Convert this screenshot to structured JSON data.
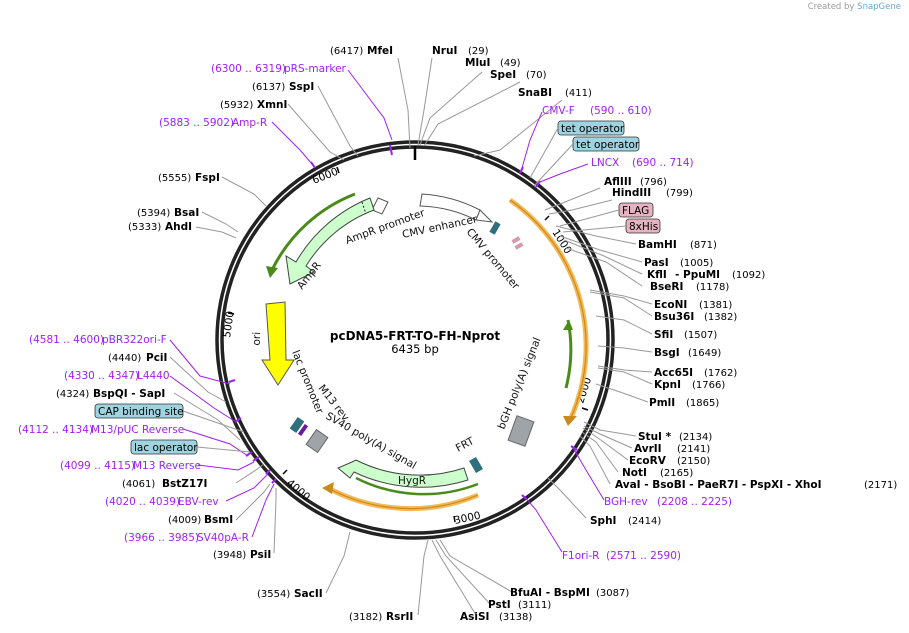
{
  "credit": {
    "prefix": "Created by",
    "brand": "SnapGene"
  },
  "plasmid": {
    "name": "pcDNA5-FRT-TO-FH-Nprot",
    "length": "6435 bp"
  },
  "ticks": [
    "1000",
    "2000",
    "3000",
    "4000",
    "5000",
    "6000"
  ],
  "features": [
    {
      "name": "CMV enhancer"
    },
    {
      "name": "CMV promoter"
    },
    {
      "name": "AmpR promoter"
    },
    {
      "name": "AmpR"
    },
    {
      "name": "ori"
    },
    {
      "name": "lac promoter"
    },
    {
      "name": "M13 rev"
    },
    {
      "name": "SV40 poly(A) signal"
    },
    {
      "name": "HygR"
    },
    {
      "name": "FRT"
    },
    {
      "name": "bGH poly(A) signal"
    }
  ],
  "sites": [
    {
      "name": "MfeI",
      "pos": "(6417)"
    },
    {
      "name": "NruI",
      "pos": "(29)"
    },
    {
      "name": "MluI",
      "pos": "(49)"
    },
    {
      "name": "SpeI",
      "pos": "(70)"
    },
    {
      "name": "SnaBI",
      "pos": "(411)"
    },
    {
      "name": "AflIII",
      "pos": "(796)"
    },
    {
      "name": "HindIII",
      "pos": "(799)"
    },
    {
      "name": "BamHI",
      "pos": "(871)"
    },
    {
      "name": "PasI",
      "pos": "(1005)"
    },
    {
      "name": "KflI",
      "pos": ""
    },
    {
      "name": "- PpuMI",
      "pos": "(1092)"
    },
    {
      "name": "BseRI",
      "pos": "(1178)"
    },
    {
      "name": "EcoNI",
      "pos": "(1381)"
    },
    {
      "name": "Bsu36I",
      "pos": "(1382)"
    },
    {
      "name": "SfiI",
      "pos": "(1507)"
    },
    {
      "name": "BsgI",
      "pos": "(1649)"
    },
    {
      "name": "Acc65I",
      "pos": "(1762)"
    },
    {
      "name": "KpnI",
      "pos": "(1766)"
    },
    {
      "name": "PmlI",
      "pos": "(1865)"
    },
    {
      "name": "StuI *",
      "pos": "(2134)"
    },
    {
      "name": "AvrII",
      "pos": "(2141)"
    },
    {
      "name": "EcoRV",
      "pos": "(2150)"
    },
    {
      "name": "NotI",
      "pos": "(2165)"
    },
    {
      "name": "AvaI  - BsoBI  - PaeR7I  - PspXI  - XhoI",
      "pos": "(2171)"
    },
    {
      "name": "SphI",
      "pos": "(2414)"
    },
    {
      "name": "BfuAI  - BspMI",
      "pos": "(3087)"
    },
    {
      "name": "PstI",
      "pos": "(3111)"
    },
    {
      "name": "AsiSI",
      "pos": "(3138)"
    },
    {
      "name": "RsrII",
      "pos": "(3182)"
    },
    {
      "name": "SacII",
      "pos": "(3554)"
    },
    {
      "name": "PsiI",
      "pos": "(3948)"
    },
    {
      "name": "BsmI",
      "pos": "(4009)"
    },
    {
      "name": "BstZ17I",
      "pos": "(4061)"
    },
    {
      "name": "BspQI  - SapI",
      "pos": "(4324)"
    },
    {
      "name": "PciI",
      "pos": "(4440)"
    },
    {
      "name": "AhdI",
      "pos": "(5333)"
    },
    {
      "name": "BsaI",
      "pos": "(5394)"
    },
    {
      "name": "FspI",
      "pos": "(5555)"
    },
    {
      "name": "XmnI",
      "pos": "(5932)"
    },
    {
      "name": "SspI",
      "pos": "(6137)"
    }
  ],
  "primers": [
    {
      "name": "pRS-marker",
      "range": "(6300 .. 6319)"
    },
    {
      "name": "Amp-R",
      "range": "(5883 .. 5902)"
    },
    {
      "name": "CMV-F",
      "range": "(590 .. 610)"
    },
    {
      "name": "LNCX",
      "range": "(690 .. 714)"
    },
    {
      "name": "pBR322ori-F",
      "range": "(4581 .. 4600)"
    },
    {
      "name": "L4440",
      "range": "(4330 .. 4347)"
    },
    {
      "name": "M13/pUC Reverse",
      "range": "(4112 .. 4134)"
    },
    {
      "name": "M13 Reverse",
      "range": "(4099 .. 4115)"
    },
    {
      "name": "EBV-rev",
      "range": "(4020 .. 4039)"
    },
    {
      "name": "SV40pA-R",
      "range": "(3966 .. 3985)"
    },
    {
      "name": "BGH-rev",
      "range": "(2208 .. 2225)"
    },
    {
      "name": "F1ori-R",
      "range": "(2571 .. 2590)"
    }
  ],
  "boxed": [
    {
      "name": "tet operator"
    },
    {
      "name": "tet operator"
    },
    {
      "name": "FLAG"
    },
    {
      "name": "8xHis"
    },
    {
      "name": "CAP binding site"
    },
    {
      "name": "lac operator"
    }
  ],
  "colors": {
    "backbone": "#222222",
    "promoter": "#ffffff",
    "gene": "#ccffcc",
    "ori": "#ffff00",
    "polyA": "#9fa4a8",
    "orf": "#f5b041",
    "primer": "#a020f0",
    "operator": "#9fd3e0",
    "tag": "#e6b3c2"
  }
}
